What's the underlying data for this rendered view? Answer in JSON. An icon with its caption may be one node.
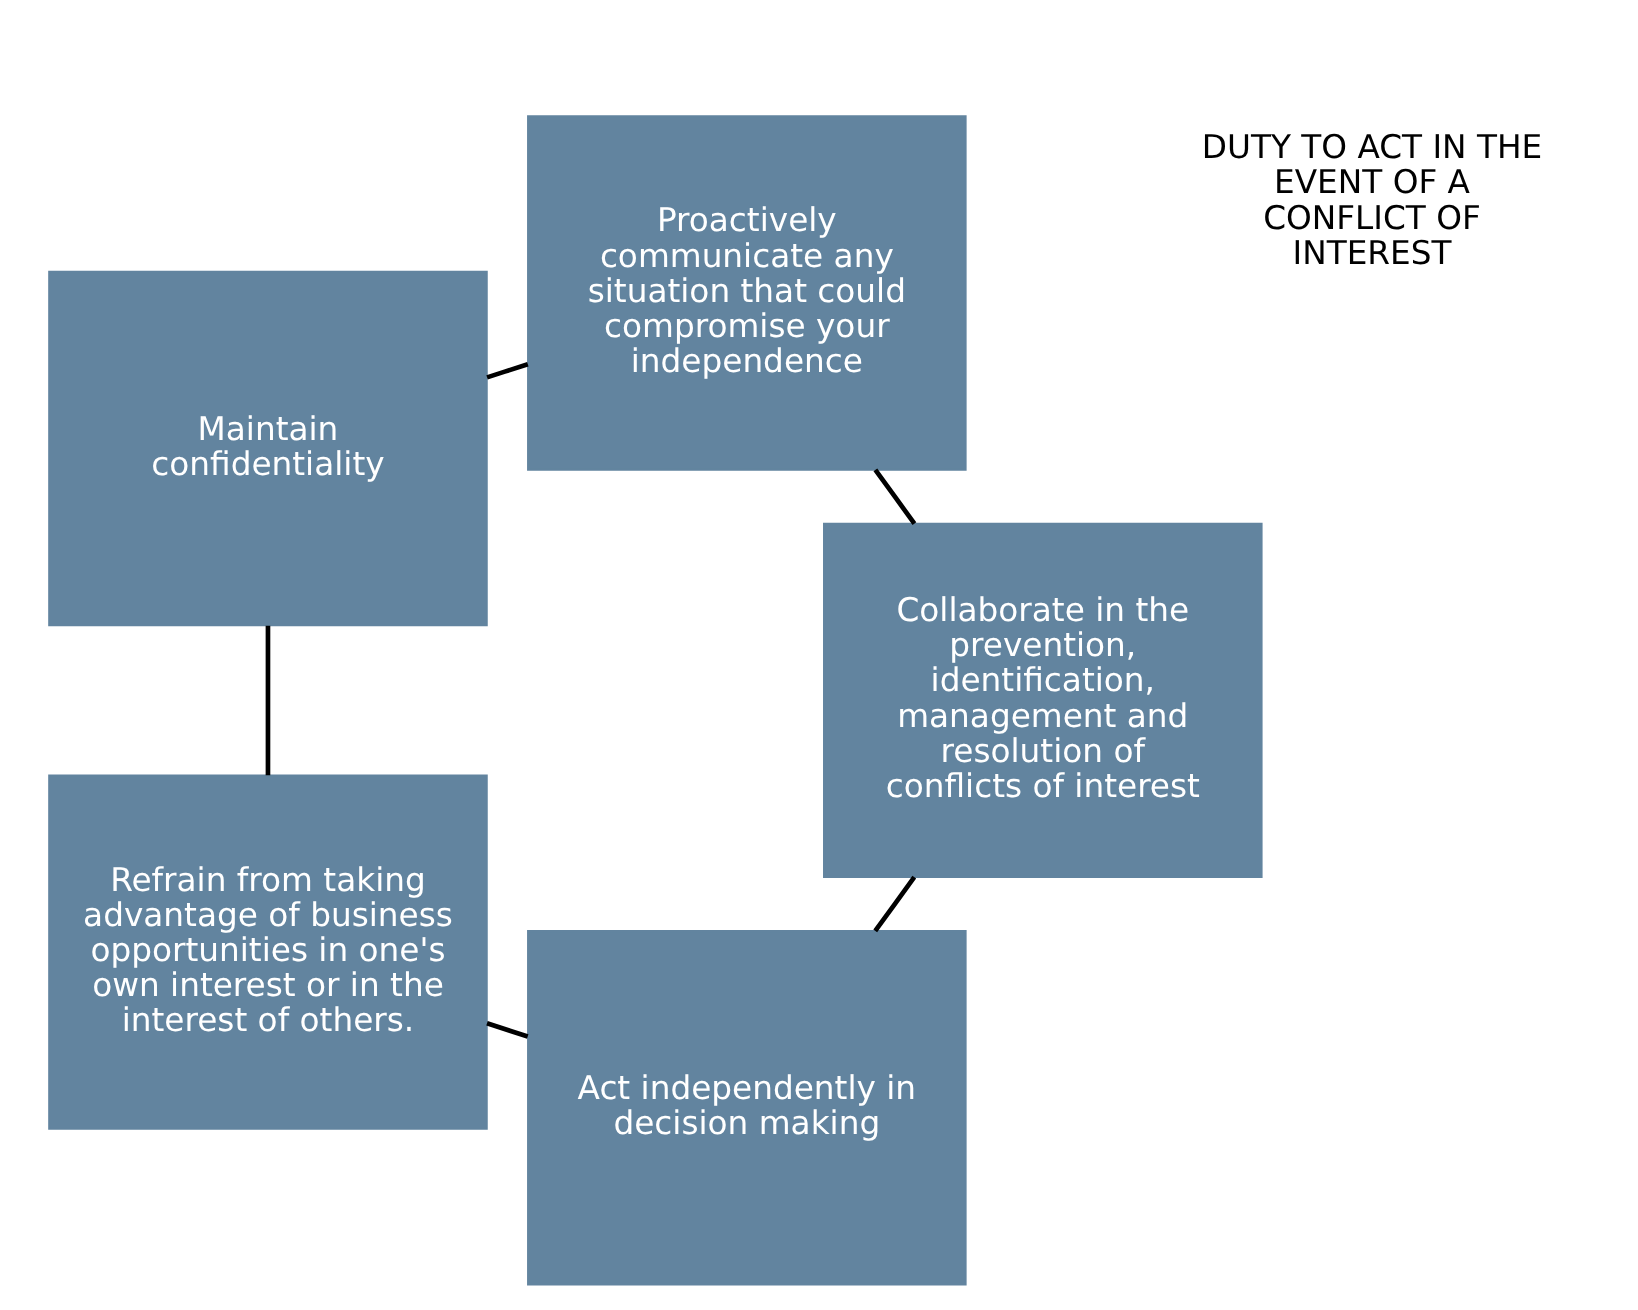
{
  "diagram": {
    "nodes": [
      {
        "text": [
          "Act independently in decision making"
        ]
      },
      {
        "text": [
          "Collaborate in the prevention, identification, management and resolution of conflicts of interest"
        ]
      },
      {
        "text": [
          "Refrain from taking advantage of business opportunities in one's own interest or in the interest of others."
        ]
      },
      {
        "text": [
          "Proactively communicate any situation that could compromise your independence"
        ]
      },
      {
        "text": [
          "Maintain confidentiality"
        ]
      }
    ],
    "edges": [
      {
        "from": 0,
        "to": 2,
        "arrow": "none"
      },
      {
        "from": 2,
        "to": 4,
        "arrow": "none"
      },
      {
        "from": 4,
        "to": 3,
        "arrow": "none"
      },
      {
        "from": 3,
        "to": 1,
        "arrow": "none"
      },
      {
        "from": 1,
        "to": 0,
        "arrow": "none"
      }
    ],
    "labels": [
      "DUTY TO ACT IN THE EVENT OF A CONFLICT OF INTEREST"
    ]
  }
}
